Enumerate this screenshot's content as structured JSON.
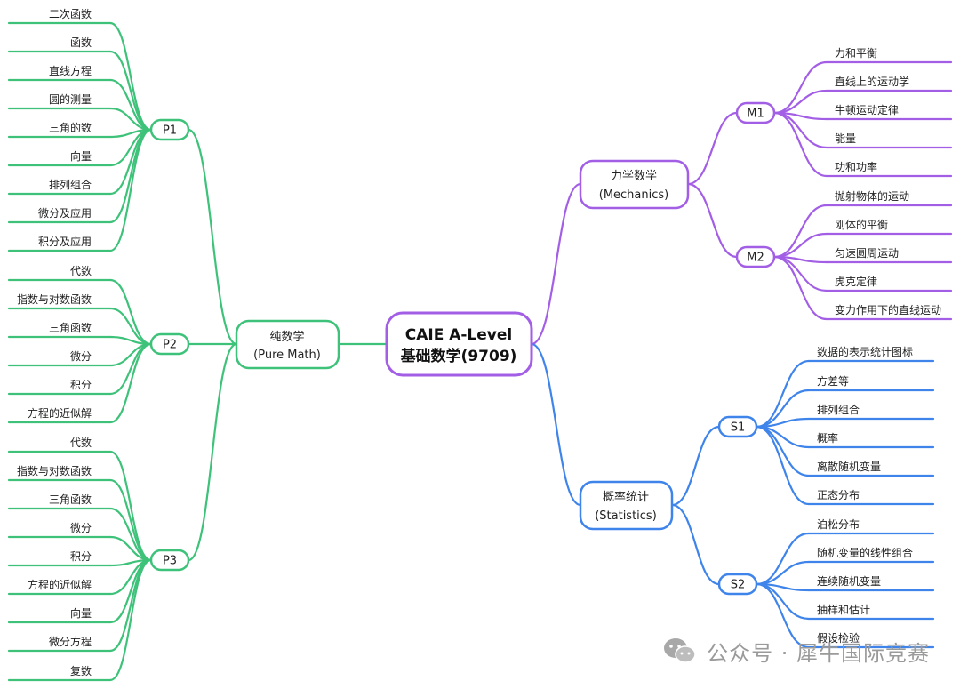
{
  "colors": {
    "purple": "#a35ee6",
    "green": "#3ec27a",
    "blue": "#3f84ea",
    "root_stroke": "#a35ee6"
  },
  "root": {
    "line1": "CAIE A-Level",
    "line2": "基础数学(9709)"
  },
  "branches": {
    "pure": {
      "line1": "纯数学",
      "line2": "(Pure Math)",
      "groups": [
        {
          "label": "P1",
          "items": [
            "二次函数",
            "函数",
            "直线方程",
            "圆的测量",
            "三角的数",
            "向量",
            "排列组合",
            "微分及应用",
            "积分及应用"
          ]
        },
        {
          "label": "P2",
          "items": [
            "代数",
            "指数与对数函数",
            "三角函数",
            "微分",
            "积分",
            "方程的近似解"
          ]
        },
        {
          "label": "P3",
          "items": [
            "代数",
            "指数与对数函数",
            "三角函数",
            "微分",
            "积分",
            "方程的近似解",
            "向量",
            "微分方程",
            "复数"
          ]
        }
      ]
    },
    "mech": {
      "line1": "力学数学",
      "line2": "(Mechanics)",
      "groups": [
        {
          "label": "M1",
          "items": [
            "力和平衡",
            "直线上的运动学",
            "牛顿运动定律",
            "能量",
            "功和功率"
          ]
        },
        {
          "label": "M2",
          "items": [
            "抛射物体的运动",
            "刚体的平衡",
            "匀速圆周运动",
            "虎克定律",
            "变力作用下的直线运动"
          ]
        }
      ]
    },
    "stat": {
      "line1": "概率统计",
      "line2": "(Statistics)",
      "groups": [
        {
          "label": "S1",
          "items": [
            "数据的表示统计图标",
            "方差等",
            "排列组合",
            "概率",
            "离散随机变量",
            "正态分布"
          ]
        },
        {
          "label": "S2",
          "items": [
            "泊松分布",
            "随机变量的线性组合",
            "连续随机变量",
            "抽样和估计",
            "假设检验"
          ]
        }
      ]
    }
  },
  "watermark": {
    "text": "公众号 · 犀牛国际竞赛",
    "icon": "wechat-icon"
  }
}
